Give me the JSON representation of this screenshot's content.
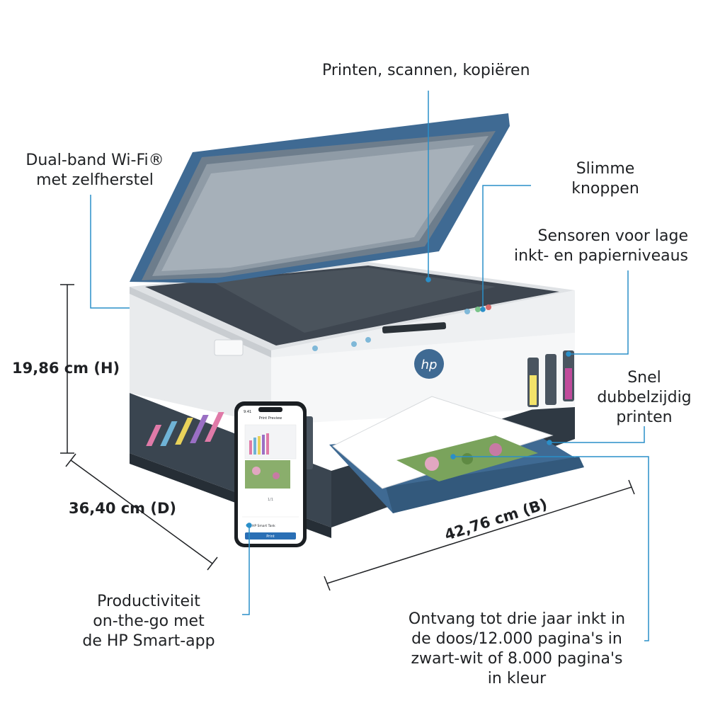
{
  "callouts": {
    "print_scan_copy": "Printen, scannen, kopiëren",
    "wifi": [
      "Dual-band Wi-Fi®",
      "met zelfherstel"
    ],
    "smart_buttons": [
      "Slimme",
      "knoppen"
    ],
    "sensors": [
      "Sensoren voor lage",
      "inkt- en papierniveaus"
    ],
    "duplex": [
      "Snel",
      "dubbelzijdig",
      "printen"
    ],
    "app": [
      "Productiviteit",
      "on-the-go met",
      "de HP Smart-app"
    ],
    "ink_offer": [
      "Ontvang tot drie jaar inkt in",
      "de doos/12.000 pagina's in",
      "zwart-wit of 8.000 pagina's",
      "in kleur"
    ]
  },
  "dimensions": {
    "height": "19,86 cm (H)",
    "depth": "36,40 cm (D)",
    "width": "42,76 cm (B)"
  },
  "phone": {
    "time": "9:41",
    "screen_title": "Print Preview",
    "page_count": "1/1",
    "printer_name": "HP Smart Tank",
    "print_button": "Print"
  },
  "brand": {
    "logo": "hp"
  },
  "colors": {
    "accent_line": "#2a8fc9",
    "printer_blue": "#3f6a93",
    "printer_dark": "#3a4550",
    "body_white": "#f2f3f4"
  }
}
